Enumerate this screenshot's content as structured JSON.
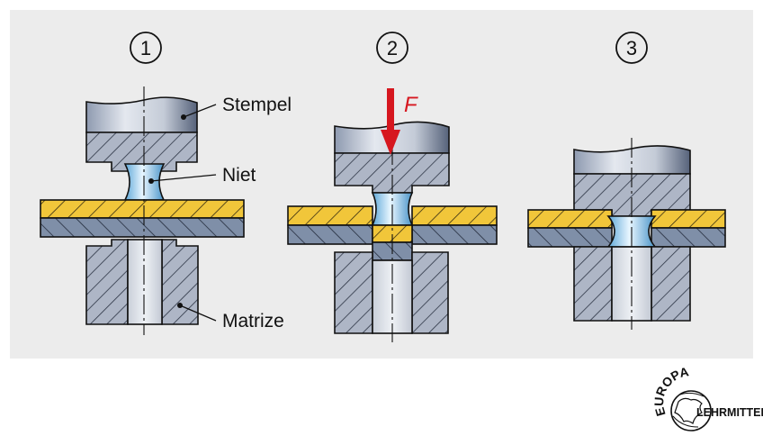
{
  "steps": [
    {
      "number": "1"
    },
    {
      "number": "2"
    },
    {
      "number": "3"
    }
  ],
  "labels": {
    "punch": "Stempel",
    "rivet": "Niet",
    "die": "Matrize"
  },
  "force": {
    "symbol": "F",
    "color": "#d6171f"
  },
  "colors": {
    "background": "#ececec",
    "sheet_top": "#f1c63a",
    "sheet_bottom": "#7f8fa8",
    "steel": "#b4bccb",
    "rivet": "#9fcfef"
  },
  "logo": {
    "top_text": "EUROPA",
    "side_text": "LEHRMITTEL"
  }
}
